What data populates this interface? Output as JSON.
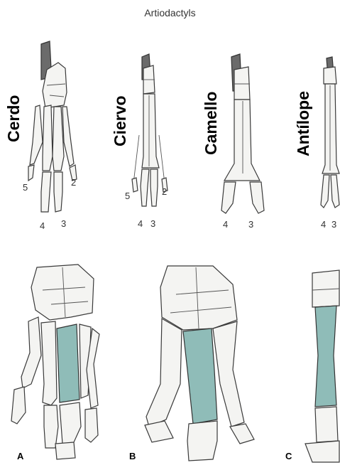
{
  "title": "Artiodactyls",
  "animals": {
    "pig": "Cerdo",
    "deer": "Ciervo",
    "camel": "Camello",
    "antelope": "Antílope"
  },
  "digits": {
    "pig": [
      "5",
      "2",
      "4",
      "3"
    ],
    "deer": [
      "5",
      "2",
      "4",
      "3"
    ],
    "camel": [
      "4",
      "3"
    ],
    "antelope": [
      "4",
      "3"
    ]
  },
  "panels": [
    "A",
    "B",
    "C"
  ],
  "colors": {
    "highlight_top": "#6b6b6b",
    "highlight_bottom": "#8fbcb8",
    "bone_fill": "#f4f4f2",
    "bone_stroke": "#3a3a3a"
  }
}
